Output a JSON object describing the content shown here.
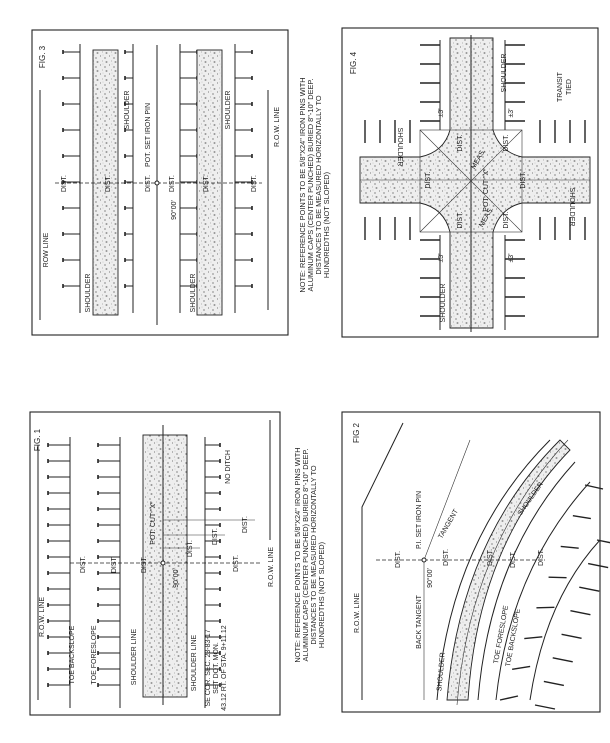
{
  "note": {
    "lines": [
      "NOTE: REFERENCE POINTS TO BE 5/8\"X24\" IRON PINS WITH",
      "ALUMINUM CAPS (CENTER PUNCHED) BURIED 8\"-10\" DEEP.",
      "DISTANCES TO BE MEASURED HORIZONTALLY TO",
      "HUNDREDTHS (NOT SLOPED)"
    ]
  },
  "fig1": {
    "title": "FIG. 1",
    "row_line": "R.O.W. LINE",
    "row_line_2": "R.O.W. LINE",
    "toe_backslope": "TOE BACKSLOPE",
    "toe_foreslope": "TOE FORESLOPE",
    "shoulder_line": "SHOULDER LINE",
    "shoulder_line_2": "SHOULDER LINE",
    "pot_cut": "POT. CUT \"X\"",
    "no_ditch": "NO DITCH",
    "angle": "90°00'",
    "se_cor": [
      "SE COR. SEC. 23-83-17",
      "SET DOT. MON.",
      "43.12 RT. OF STA. 9+11.12"
    ],
    "dist": "DIST."
  },
  "fig2": {
    "title": "FIG 2",
    "row_line": "R.O.W. LINE",
    "back_tangent": "BACK TANGENT",
    "pi_set_iron_pin": "P.I. SET IRON PIN",
    "tangent": "TANGENT",
    "shoulder": "SHOULDER",
    "toe_foreslope": "TOE FORESLOPE",
    "toe_backslope": "TOE BACKSLOPE",
    "angle": "90°00'",
    "dist": "DIST."
  },
  "fig3": {
    "title": "FIG. 3",
    "row_line": "ROW LINE",
    "row_line_2": "R.O.W. LINE",
    "shoulder": "SHOULDER",
    "pot_set_iron_pin": "POT. SET IRON PIN",
    "angle": "90°00'",
    "dist": "DIST."
  },
  "fig4": {
    "title": "FIG. 4",
    "transit": "TRANSIT",
    "tied": "TIED",
    "shoulder": "SHOULDER",
    "pm3": "±3'",
    "dist": "DIST.",
    "meas": "MEAS.",
    "pot_cut": "POT. CUT \"X\""
  }
}
